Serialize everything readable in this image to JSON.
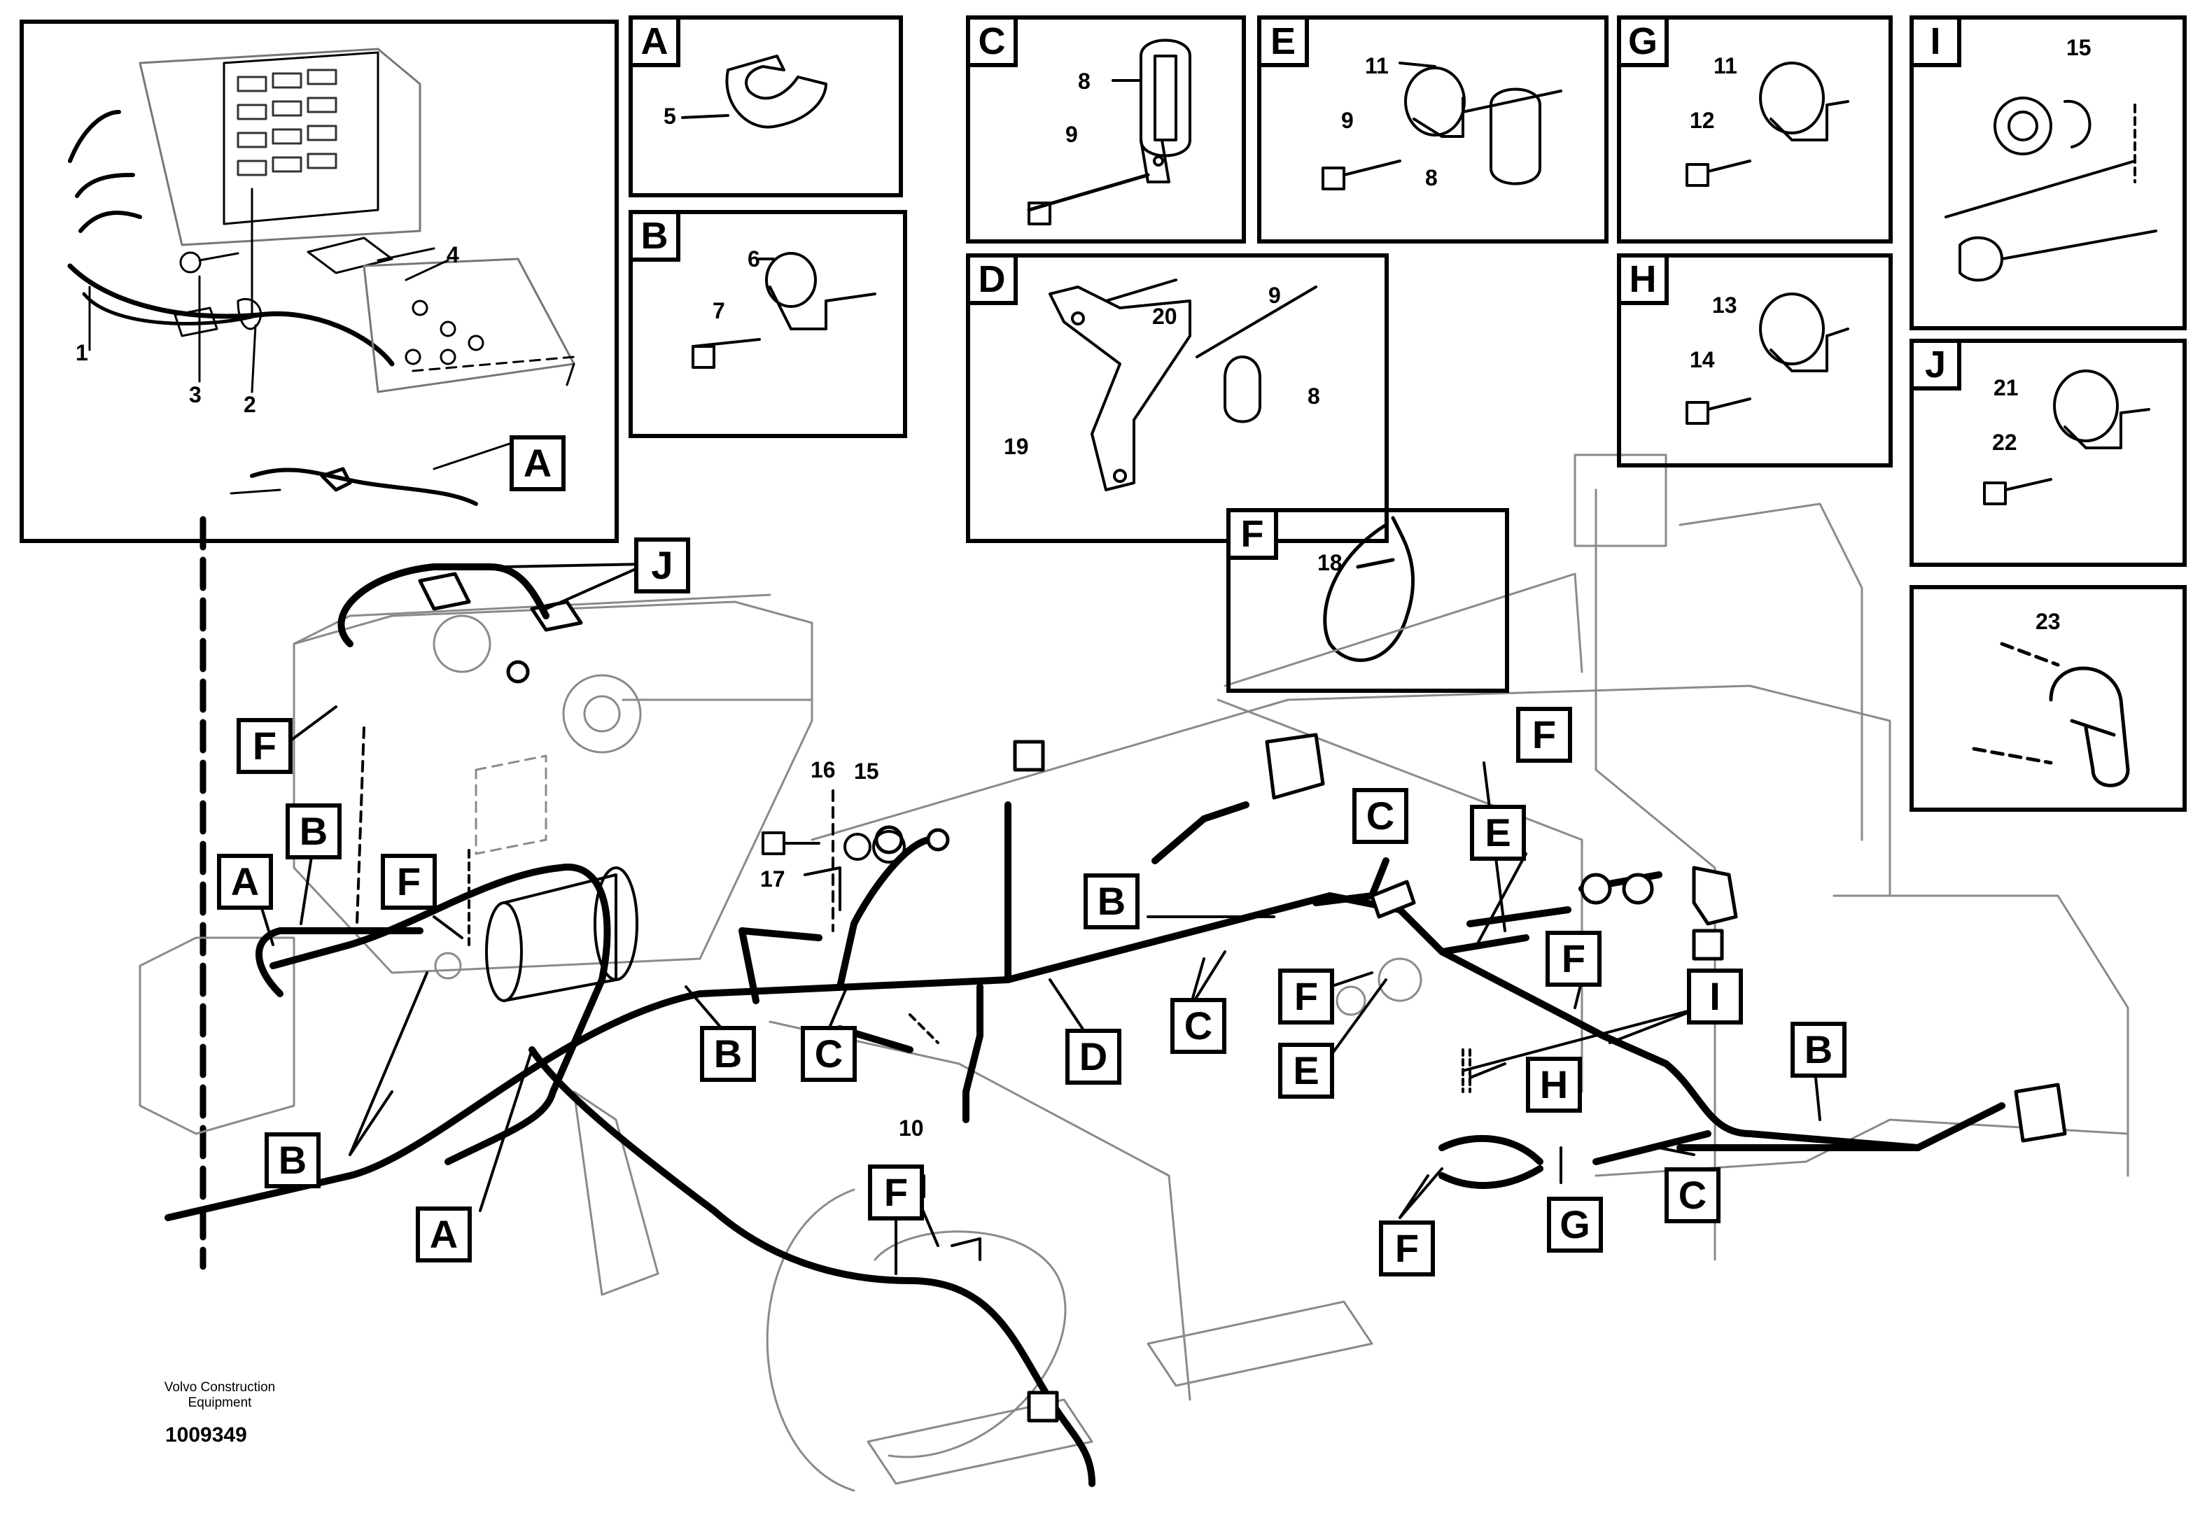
{
  "diagram": {
    "footer": {
      "manufacturer_line1": "Volvo Construction",
      "manufacturer_line2": "Equipment",
      "document_number": "1009349"
    },
    "detail_boxes": [
      {
        "letter": "A",
        "numbers": [
          "5"
        ]
      },
      {
        "letter": "B",
        "numbers": [
          "6",
          "7"
        ]
      },
      {
        "letter": "C",
        "numbers": [
          "8",
          "9"
        ]
      },
      {
        "letter": "D",
        "numbers": [
          "20",
          "9",
          "19",
          "8"
        ]
      },
      {
        "letter": "E",
        "numbers": [
          "11",
          "9",
          "8"
        ]
      },
      {
        "letter": "F",
        "numbers": [
          "18"
        ]
      },
      {
        "letter": "G",
        "numbers": [
          "11",
          "12"
        ]
      },
      {
        "letter": "H",
        "numbers": [
          "13",
          "14"
        ]
      },
      {
        "letter": "I",
        "numbers": [
          "15"
        ]
      },
      {
        "letter": "J",
        "numbers": [
          "21",
          "22"
        ]
      },
      {
        "letter": "",
        "numbers": [
          "23"
        ]
      }
    ],
    "inset_numbers": [
      "1",
      "3",
      "2",
      "4"
    ],
    "inset_tag": "A",
    "main_tags": [
      "J",
      "F",
      "B",
      "A",
      "F",
      "B",
      "B",
      "A",
      "B",
      "C",
      "D",
      "C",
      "B",
      "C",
      "F",
      "F",
      "E",
      "E",
      "F",
      "I",
      "H",
      "B",
      "C",
      "G",
      "F",
      "F"
    ],
    "main_numbers": [
      "16",
      "15",
      "17",
      "10"
    ]
  }
}
